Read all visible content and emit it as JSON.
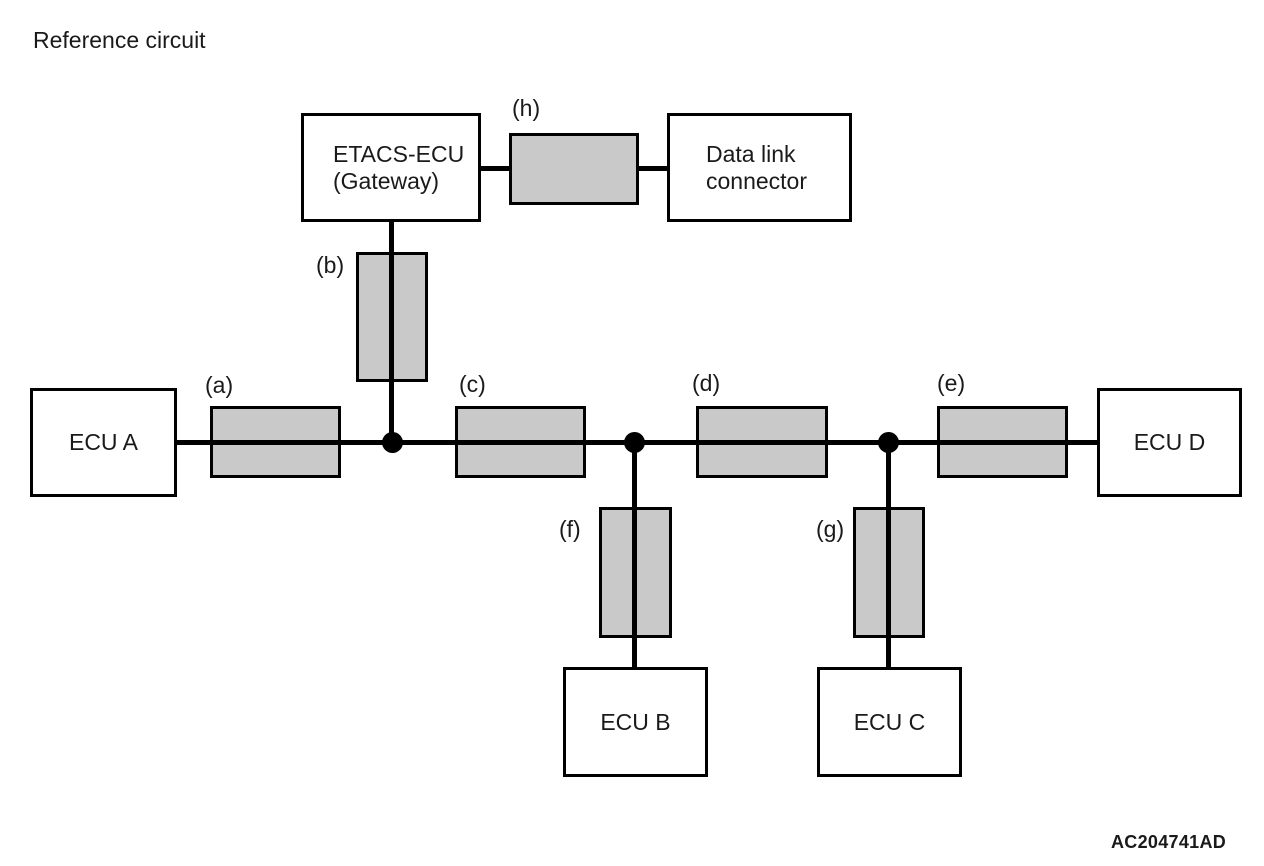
{
  "title": "Reference circuit",
  "figure_code": "AC204741AD",
  "colors": {
    "background": "#ffffff",
    "line": "#000000",
    "connector_fill": "#c9c9c9",
    "text": "#1a1a1a"
  },
  "nodes": {
    "etacs": {
      "line1": "ETACS-ECU",
      "line2": "(Gateway)"
    },
    "dlc": {
      "line1": "Data link",
      "line2": "connector"
    },
    "ecu_a": {
      "label": "ECU A"
    },
    "ecu_b": {
      "label": "ECU B"
    },
    "ecu_c": {
      "label": "ECU C"
    },
    "ecu_d": {
      "label": "ECU D"
    }
  },
  "connectors": {
    "a": {
      "label": "(a)"
    },
    "b": {
      "label": "(b)"
    },
    "c": {
      "label": "(c)"
    },
    "d": {
      "label": "(d)"
    },
    "e": {
      "label": "(e)"
    },
    "f": {
      "label": "(f)"
    },
    "g": {
      "label": "(g)"
    },
    "h": {
      "label": "(h)"
    }
  }
}
